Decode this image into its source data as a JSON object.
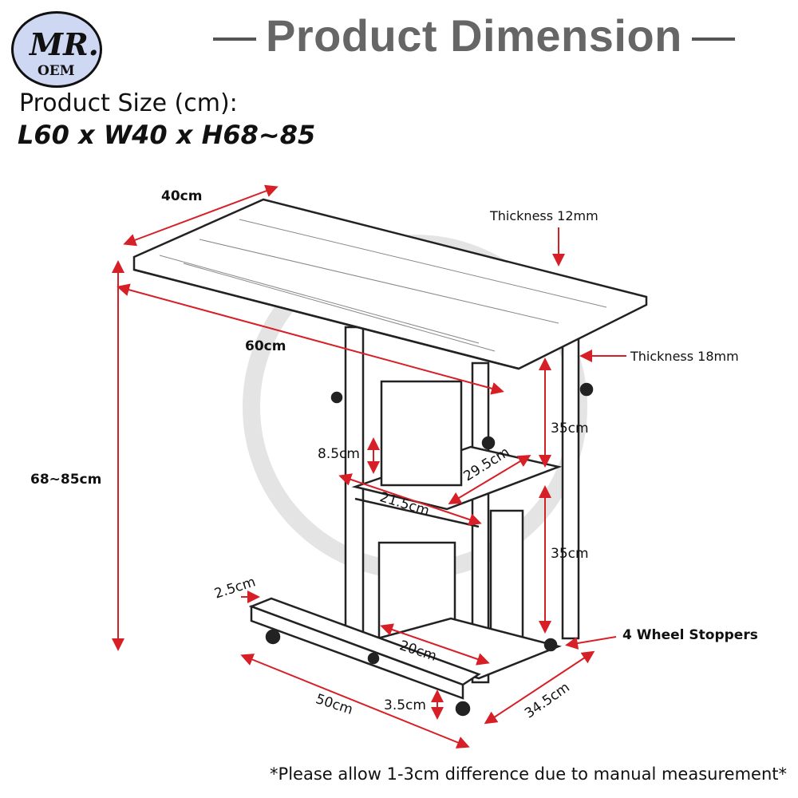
{
  "header": {
    "title": "Product Dimension"
  },
  "logo": {
    "text_main": "MR.",
    "text_sub": "OEM"
  },
  "product_size": {
    "label": "Product Size (cm):",
    "value": "L60 x W40 x H68~85"
  },
  "dimensions": {
    "width": "40cm",
    "length": "60cm",
    "height": "68~85cm",
    "thickness_top": "Thickness 12mm",
    "thickness_leg": "Thickness 18mm",
    "shelf_upper_gap": "35cm",
    "shelf_lower_gap": "35cm",
    "shelf_lip": "8.5cm",
    "shelf_depth": "29.5cm",
    "shelf_width": "21.5cm",
    "base_bar": "2.5cm",
    "bottom_shelf": "20cm",
    "base_length": "50cm",
    "wheel_clearance": "3.5cm",
    "base_depth": "34.5cm",
    "wheels": "4 Wheel Stoppers"
  },
  "colors": {
    "arrow": "#d61f26",
    "title": "#666666"
  },
  "footer": {
    "note": "*Please allow 1-3cm difference due to manual measurement*"
  }
}
